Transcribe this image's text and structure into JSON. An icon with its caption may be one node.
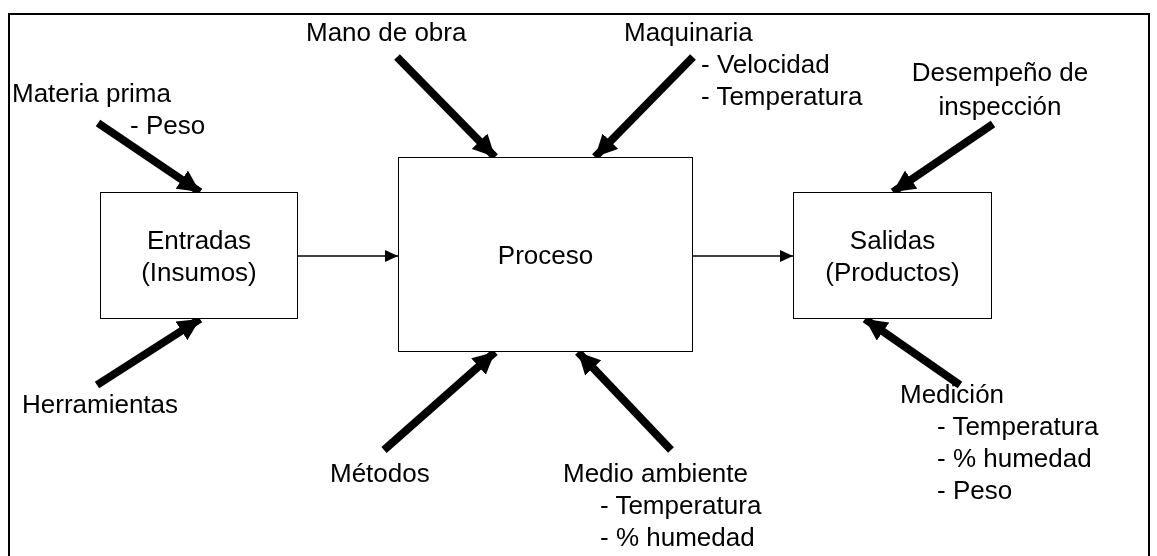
{
  "diagram": {
    "nodes": [
      {
        "text": [
          "Mano de obra"
        ]
      },
      {
        "text": [
          "Maquinaria",
          "- Velocidad",
          "- Temperatura"
        ]
      },
      {
        "text": [
          "Materia prima",
          "- Peso"
        ]
      },
      {
        "text": [
          "Desempeño de inspección"
        ]
      },
      {
        "text": [
          "Entradas (Insumos)"
        ]
      },
      {
        "text": [
          "Proceso"
        ]
      },
      {
        "text": [
          "Salidas (Productos)"
        ]
      },
      {
        "text": [
          "Herramientas"
        ]
      },
      {
        "text": [
          "Métodos"
        ]
      },
      {
        "text": [
          "Medio ambiente",
          "- Temperatura",
          "- % humedad"
        ]
      },
      {
        "text": [
          "Medición",
          "- Temperatura",
          "- % humedad",
          "- Peso"
        ]
      }
    ],
    "edges": [
      {
        "from": 2,
        "to": 4,
        "arrow": "to"
      },
      {
        "from": 0,
        "to": 5,
        "arrow": "to"
      },
      {
        "from": 1,
        "to": 5,
        "arrow": "to"
      },
      {
        "from": 3,
        "to": 6,
        "arrow": "to"
      },
      {
        "from": 7,
        "to": 4,
        "arrow": "to"
      },
      {
        "from": 8,
        "to": 5,
        "arrow": "to"
      },
      {
        "from": 9,
        "to": 5,
        "arrow": "to"
      },
      {
        "from": 10,
        "to": 6,
        "arrow": "to"
      },
      {
        "from": 4,
        "to": 5,
        "arrow": "to"
      },
      {
        "from": 5,
        "to": 6,
        "arrow": "to"
      }
    ]
  }
}
